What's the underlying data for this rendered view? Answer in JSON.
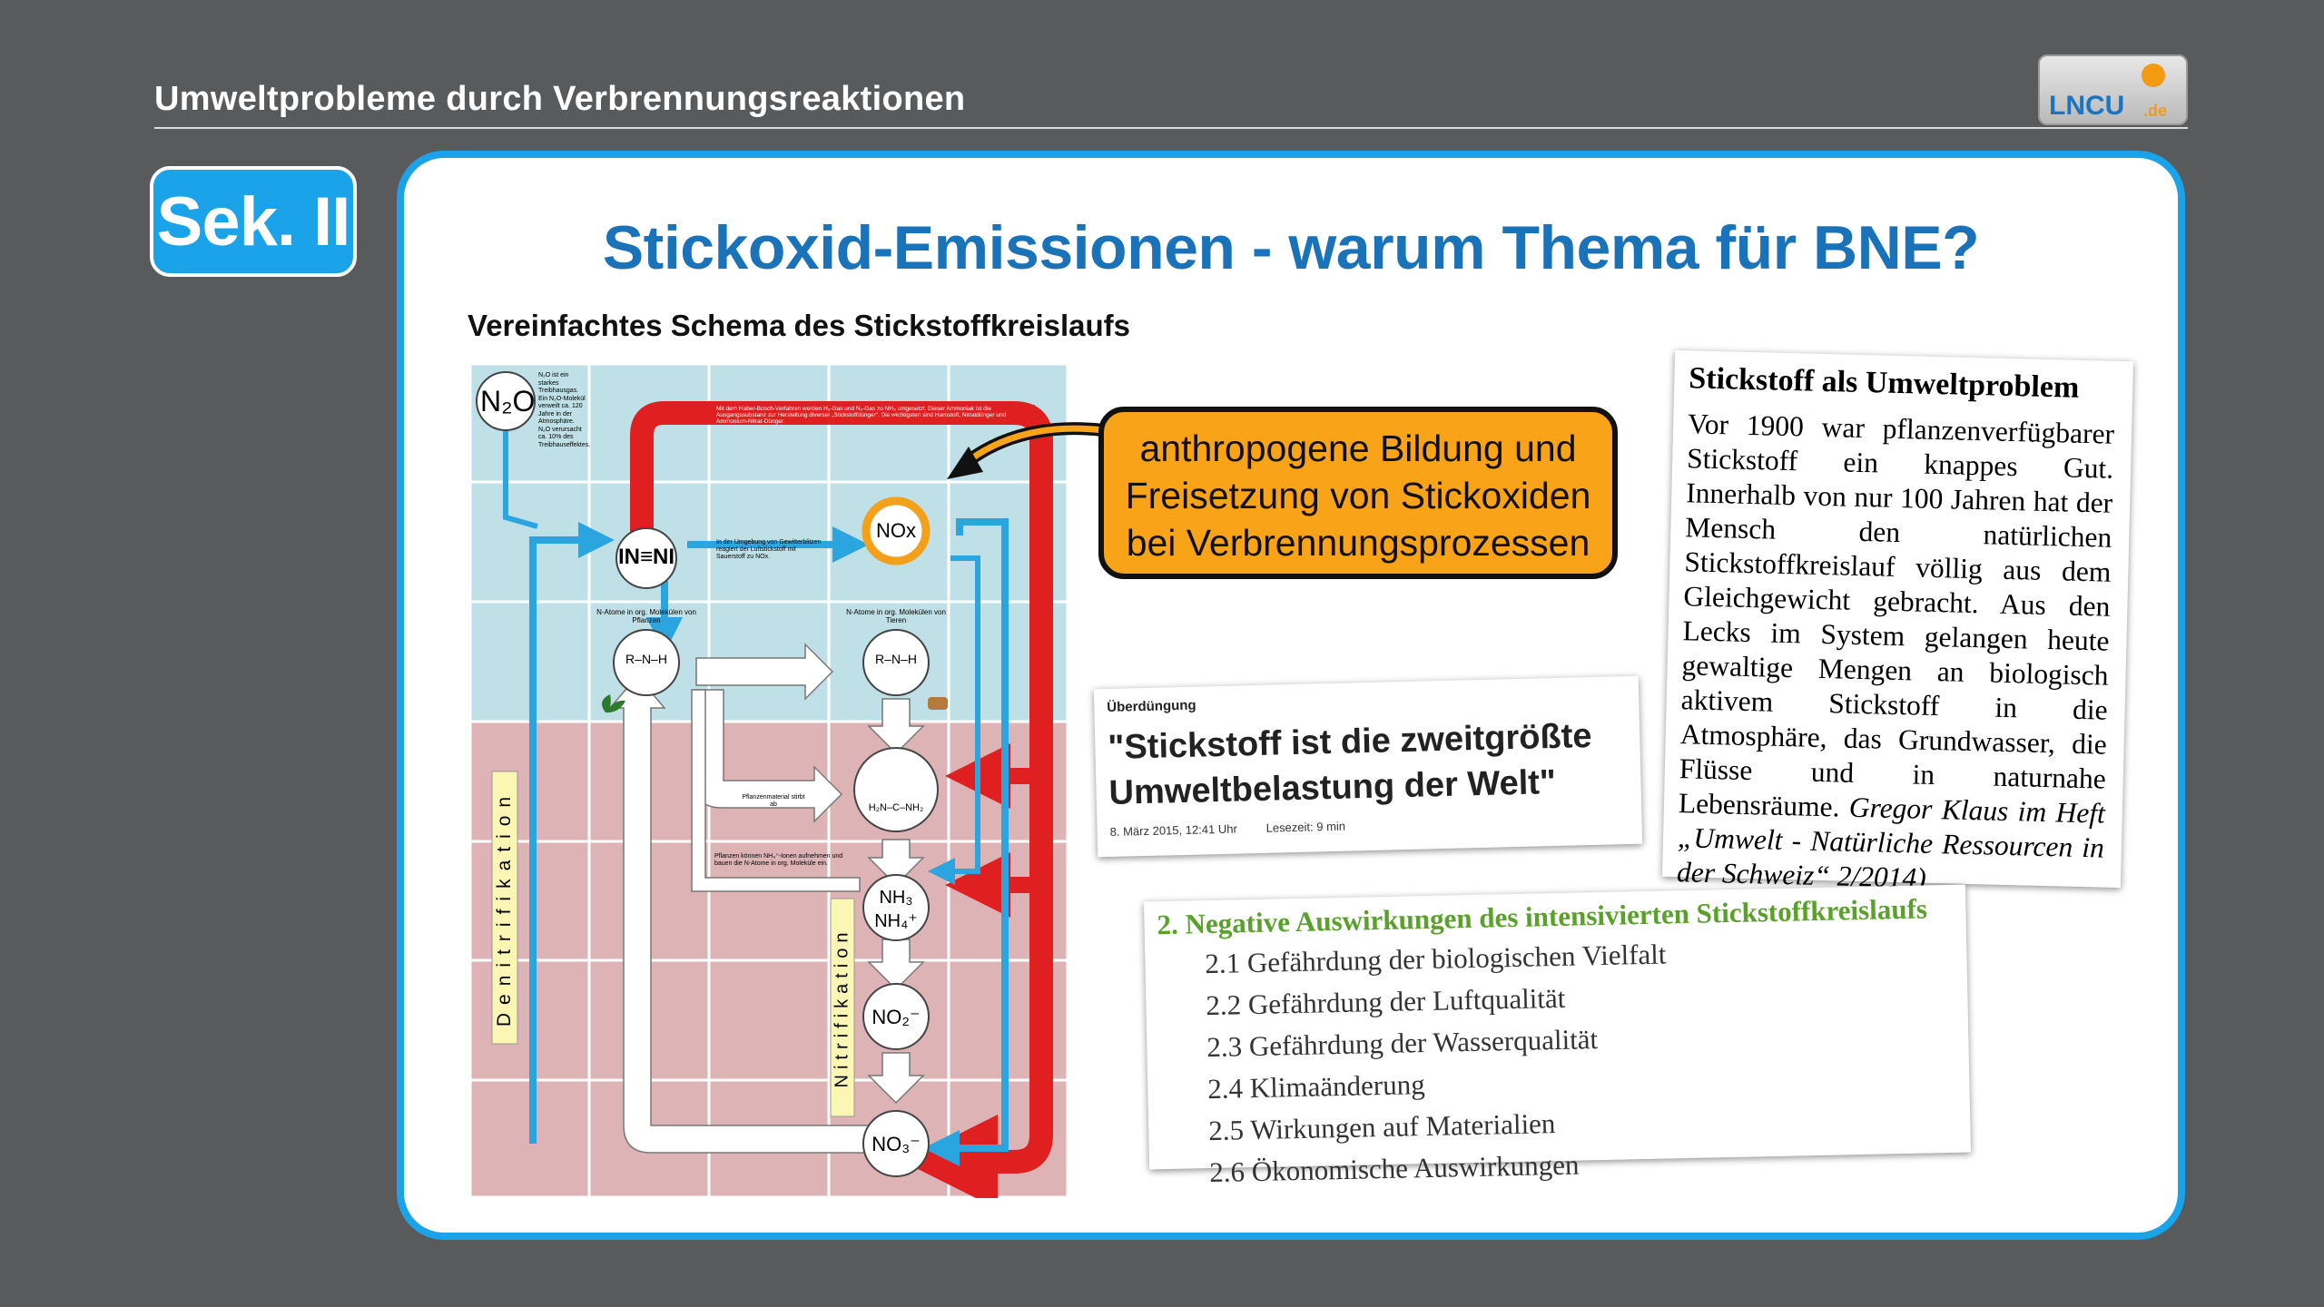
{
  "header": {
    "title": "Umweltprobleme durch Verbrennungsreaktionen"
  },
  "logo": {
    "text": "LNCU",
    "suffix": ".de"
  },
  "badge": {
    "label": "Sek. II"
  },
  "slide": {
    "title": "Stickoxid-Emissionen - warum Thema für BNE?",
    "subtitle": "Vereinfachtes Schema des Stickstoffkreislaufs"
  },
  "diagram": {
    "labels": {
      "n2o": "N₂O",
      "n2": "IN≡NI",
      "nox": "NOx",
      "amine_plant": "R–N–H",
      "amine_animal": "R–N–H",
      "urea": "H₂N–C–NH₂",
      "nh3": "NH₃",
      "nh4": "NH₄⁺",
      "no2": "NO₂⁻",
      "no3": "NO₃⁻",
      "denitrifikation": "Denitrifikation",
      "nitrifikation": "Nitrifikation"
    },
    "notes": {
      "n2o_note": "N₂O ist ein starkes Treibhausgas. Ein N₂O-Molekül verweilt ca. 120 Jahre in der Atmosphäre. N₂O verursacht ca. 10% des Treibhauseffektes.",
      "haber": "Mit dem Haber-Bosch-Verfahren werden H₂-Gas und N₂-Gas zu NH₃ umgesetzt. Dieser Ammoniak ist die Ausgangssubstanz zur Herstellung diverser „Stickstoffdünger“. Die wichtigsten sind Harnstoff, Nitratdünger und Ammonium-Nitrat-Dünger.",
      "lightning": "In der Umgebung von Gewitterblitzen reagiert der Luftstickstoff mit Sauerstoff zu NOx.",
      "plants": "N-Atome in org. Molekülen von Pflanzen",
      "animals": "N-Atome in org. Molekülen von Tieren",
      "plant_material": "Pflanzenmaterial stirbt ab",
      "nh4_uptake": "Pflanzen können NH₄⁺-Ionen aufnehmen und bauen die N-Atome in org. Moleküle ein."
    }
  },
  "callout": {
    "lines": [
      "anthropogene Bildung und",
      "Freisetzung von Stickoxiden",
      "bei  Verbrennungsprozessen"
    ]
  },
  "news": {
    "topic": "Überdüngung",
    "headline": "\"Stickstoff ist die zweitgrößte Umweltbelastung der Welt\"",
    "date": "8. März 2015, 12:41 Uhr",
    "read_time": "Lesezeit: 9 min"
  },
  "quote": {
    "title": "Stickstoff als Umweltproblem",
    "body": "Vor 1900 war pflanzenverfügbarer Stickstoff ein knappes Gut. Innerhalb von nur 100 Jahren hat der Mensch den natürlichen Stickstoffkreislauf völlig aus dem Gleichgewicht gebracht. Aus den Lecks im System gelangen heute gewaltige Mengen an biologisch aktivem Stickstoff in die Atmosphäre, das Grundwasser, die Flüsse und in naturnahe Lebensräume.",
    "source": "Gregor Klaus im Heft „Umwelt - Natürliche Ressourcen in der Schweiz“ 2/2014)"
  },
  "list": {
    "title": "2. Negative Auswirkungen des intensivierten Stickstoffkreislaufs",
    "items": [
      "2.1 Gefährdung der biologischen Vielfalt",
      "2.2 Gefährdung der Luftqualität",
      "2.3 Gefährdung der Wasserqualität",
      "2.4 Klimaänderung",
      "2.5 Wirkungen auf Materialien",
      "2.6 Ökonomische Auswirkungen"
    ]
  },
  "colors": {
    "accent_blue": "#1aa3e8",
    "title_blue": "#1a73b8",
    "callout_orange": "#f8a318",
    "atmosphere": "#bfe0e6",
    "soil": "#ddb3b5",
    "arrow_red": "#e02020",
    "arrow_blue": "#2aa5e0",
    "list_green": "#5aa12c"
  }
}
